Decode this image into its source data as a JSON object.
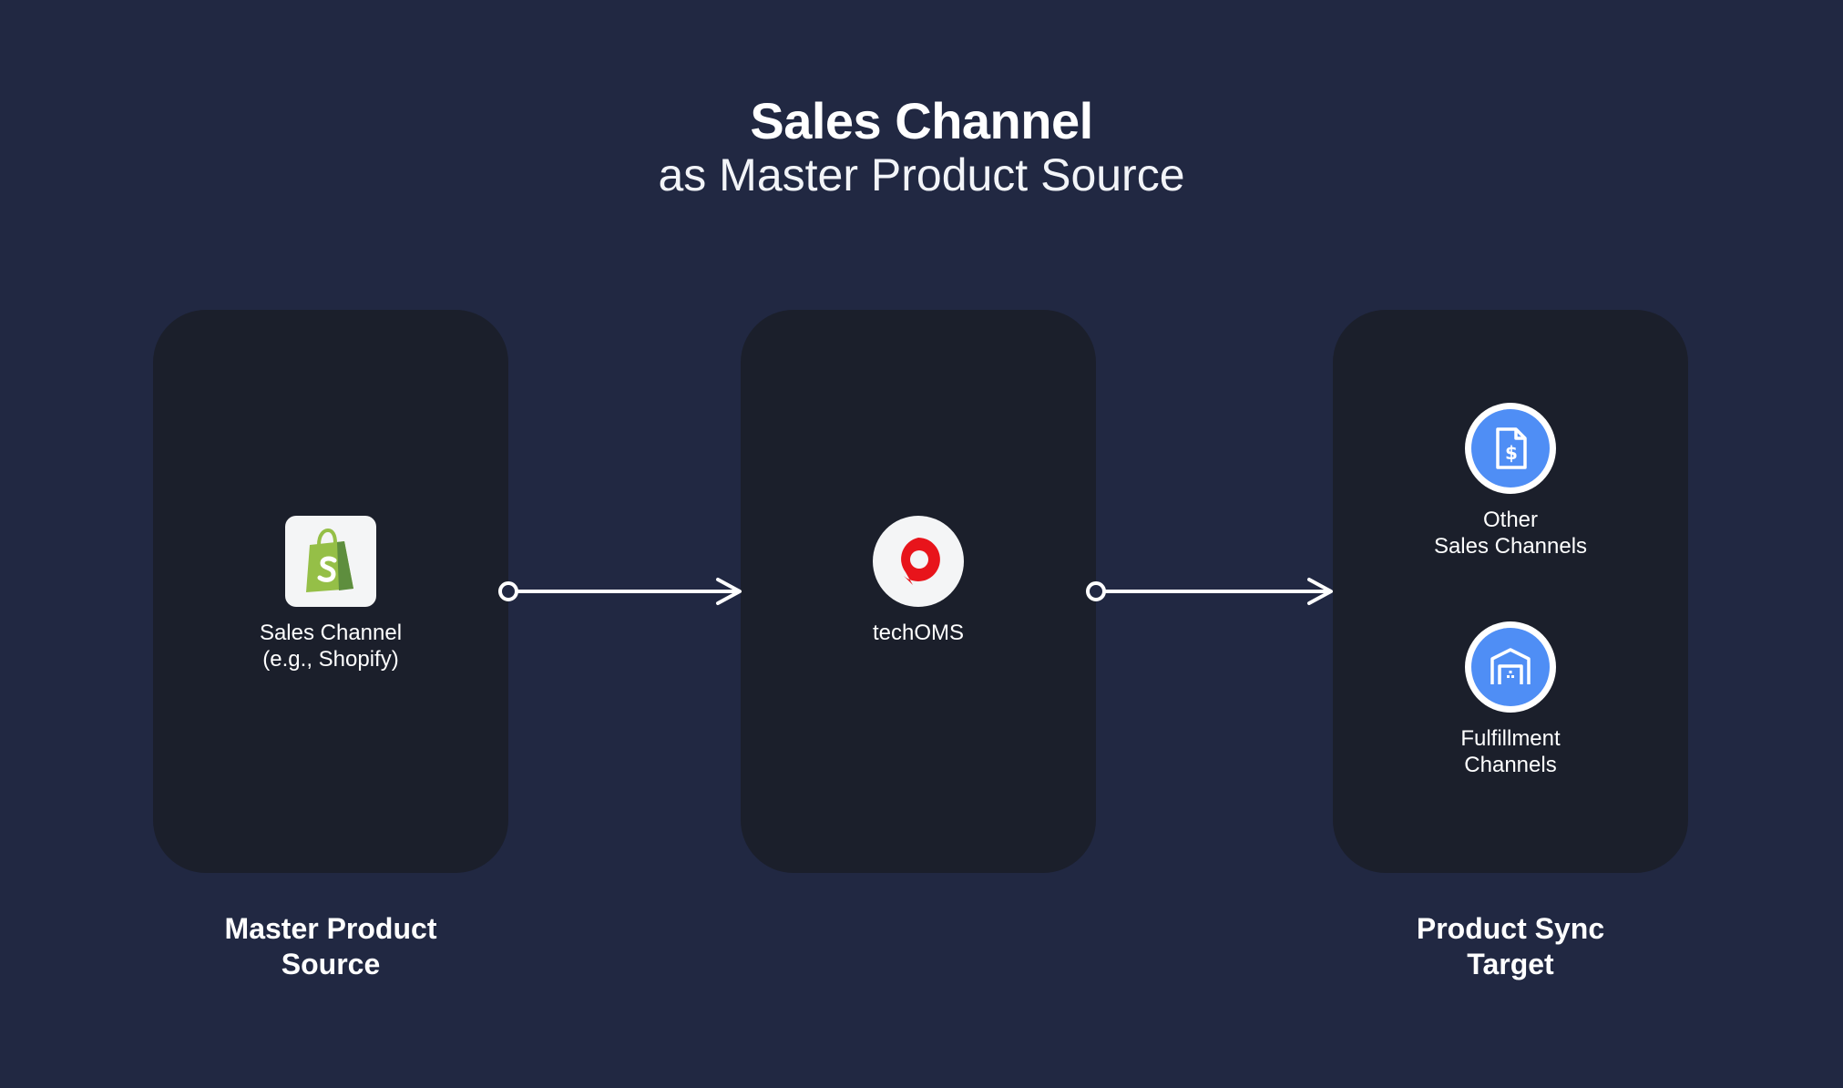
{
  "header": {
    "title": "Sales Channel",
    "subtitle": "as Master Product Source"
  },
  "source": {
    "node_label": "Sales Channel\n(e.g., Shopify)",
    "icon": "shopify-bag-icon",
    "caption": "Master Product\nSource"
  },
  "oms": {
    "node_label": "techOMS",
    "icon": "techoms-logo-icon"
  },
  "target": {
    "items": [
      {
        "label": "Other\nSales Channels",
        "icon": "invoice-dollar-icon"
      },
      {
        "label": "Fulfillment\nChannels",
        "icon": "warehouse-icon"
      }
    ],
    "caption": "Product Sync\nTarget"
  },
  "colors": {
    "background": "#212842",
    "panel": "#1b1f2b",
    "icon_blue": "#4f8ef5",
    "shopify_green": "#95bf47",
    "techoms_red": "#e8141b"
  }
}
